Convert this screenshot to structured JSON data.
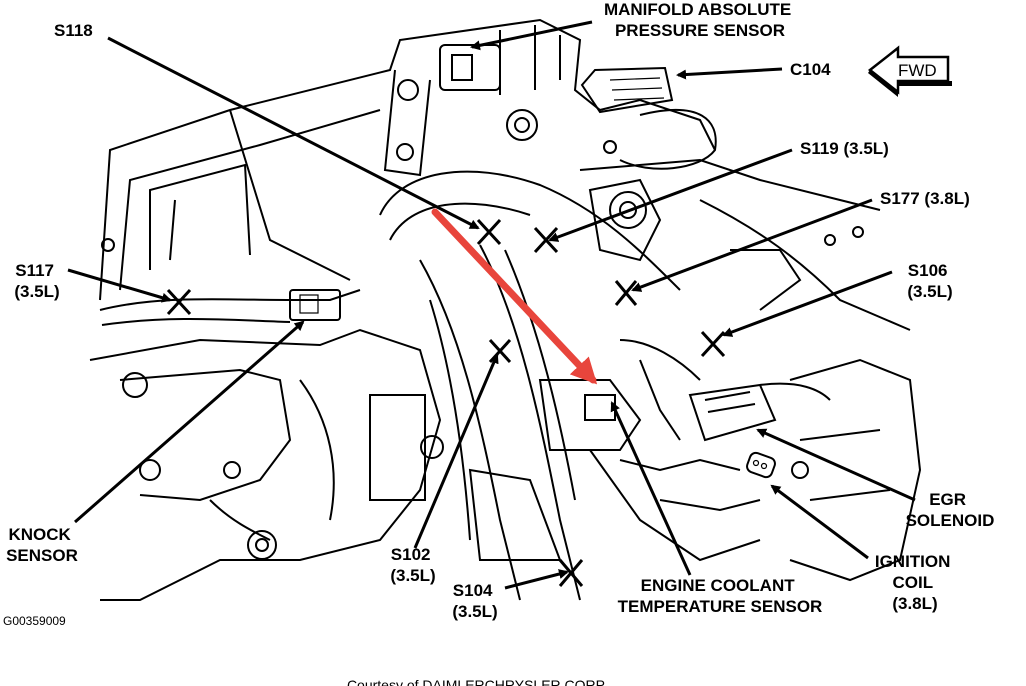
{
  "labels": {
    "map_sensor": [
      "MANIFOLD ABSOLUTE",
      "PRESSURE SENSOR"
    ],
    "s118": "S118",
    "c104": "C104",
    "fwd": "FWD",
    "s119": "S119 (3.5L)",
    "s177": "S177 (3.8L)",
    "s117": [
      "S117",
      "(3.5L)"
    ],
    "s106": [
      "S106",
      "(3.5L)"
    ],
    "knock_sensor": [
      "KNOCK",
      "SENSOR"
    ],
    "egr_solenoid": [
      "EGR",
      "SOLENOID"
    ],
    "s102": [
      "S102",
      "(3.5L)"
    ],
    "s104": [
      "S104",
      "(3.5L)"
    ],
    "ect_sensor": [
      "ENGINE COOLANT",
      "TEMPERATURE SENSOR"
    ],
    "ignition_coil": [
      "IGNITION",
      "COIL",
      "(3.8L)"
    ],
    "figure_id": "G00359009",
    "credit": "Courtesy of DAIMLERCHRYSLER CORP."
  },
  "colors": {
    "highlight_arrow": "#e8453c",
    "ink": "#000000",
    "background": "#ffffff"
  }
}
